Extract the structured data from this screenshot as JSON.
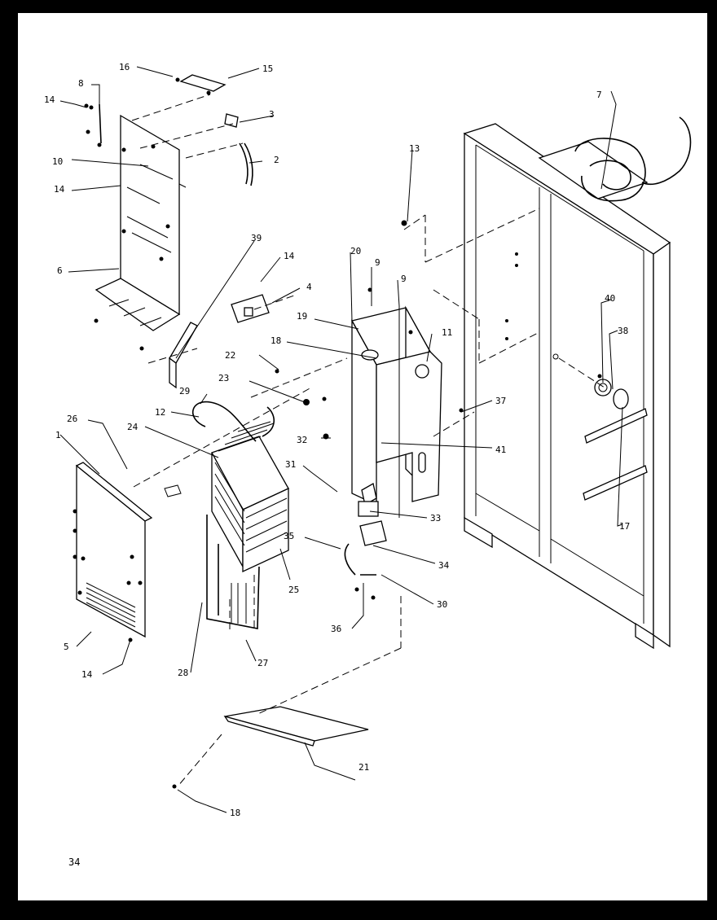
{
  "page_number": "34",
  "callouts": {
    "c1": "1",
    "c2": "2",
    "c3": "3",
    "c4": "4",
    "c5": "5",
    "c6": "6",
    "c7": "7",
    "c8": "8",
    "c9a": "9",
    "c9b": "9",
    "c10": "10",
    "c11": "11",
    "c12": "12",
    "c13": "13",
    "c14a": "14",
    "c14b": "14",
    "c14c": "14",
    "c14d": "14",
    "c15": "15",
    "c16": "16",
    "c17": "17",
    "c18a": "18",
    "c18b": "18",
    "c19": "19",
    "c20": "20",
    "c21": "21",
    "c22": "22",
    "c23": "23",
    "c24": "24",
    "c25": "25",
    "c26": "26",
    "c27": "27",
    "c28": "28",
    "c29": "29",
    "c30": "30",
    "c31": "31",
    "c32": "32",
    "c33": "33",
    "c34": "34",
    "c35": "35",
    "c36": "36",
    "c37": "37",
    "c38": "38",
    "c39": "39",
    "c40": "40",
    "c41": "41"
  }
}
